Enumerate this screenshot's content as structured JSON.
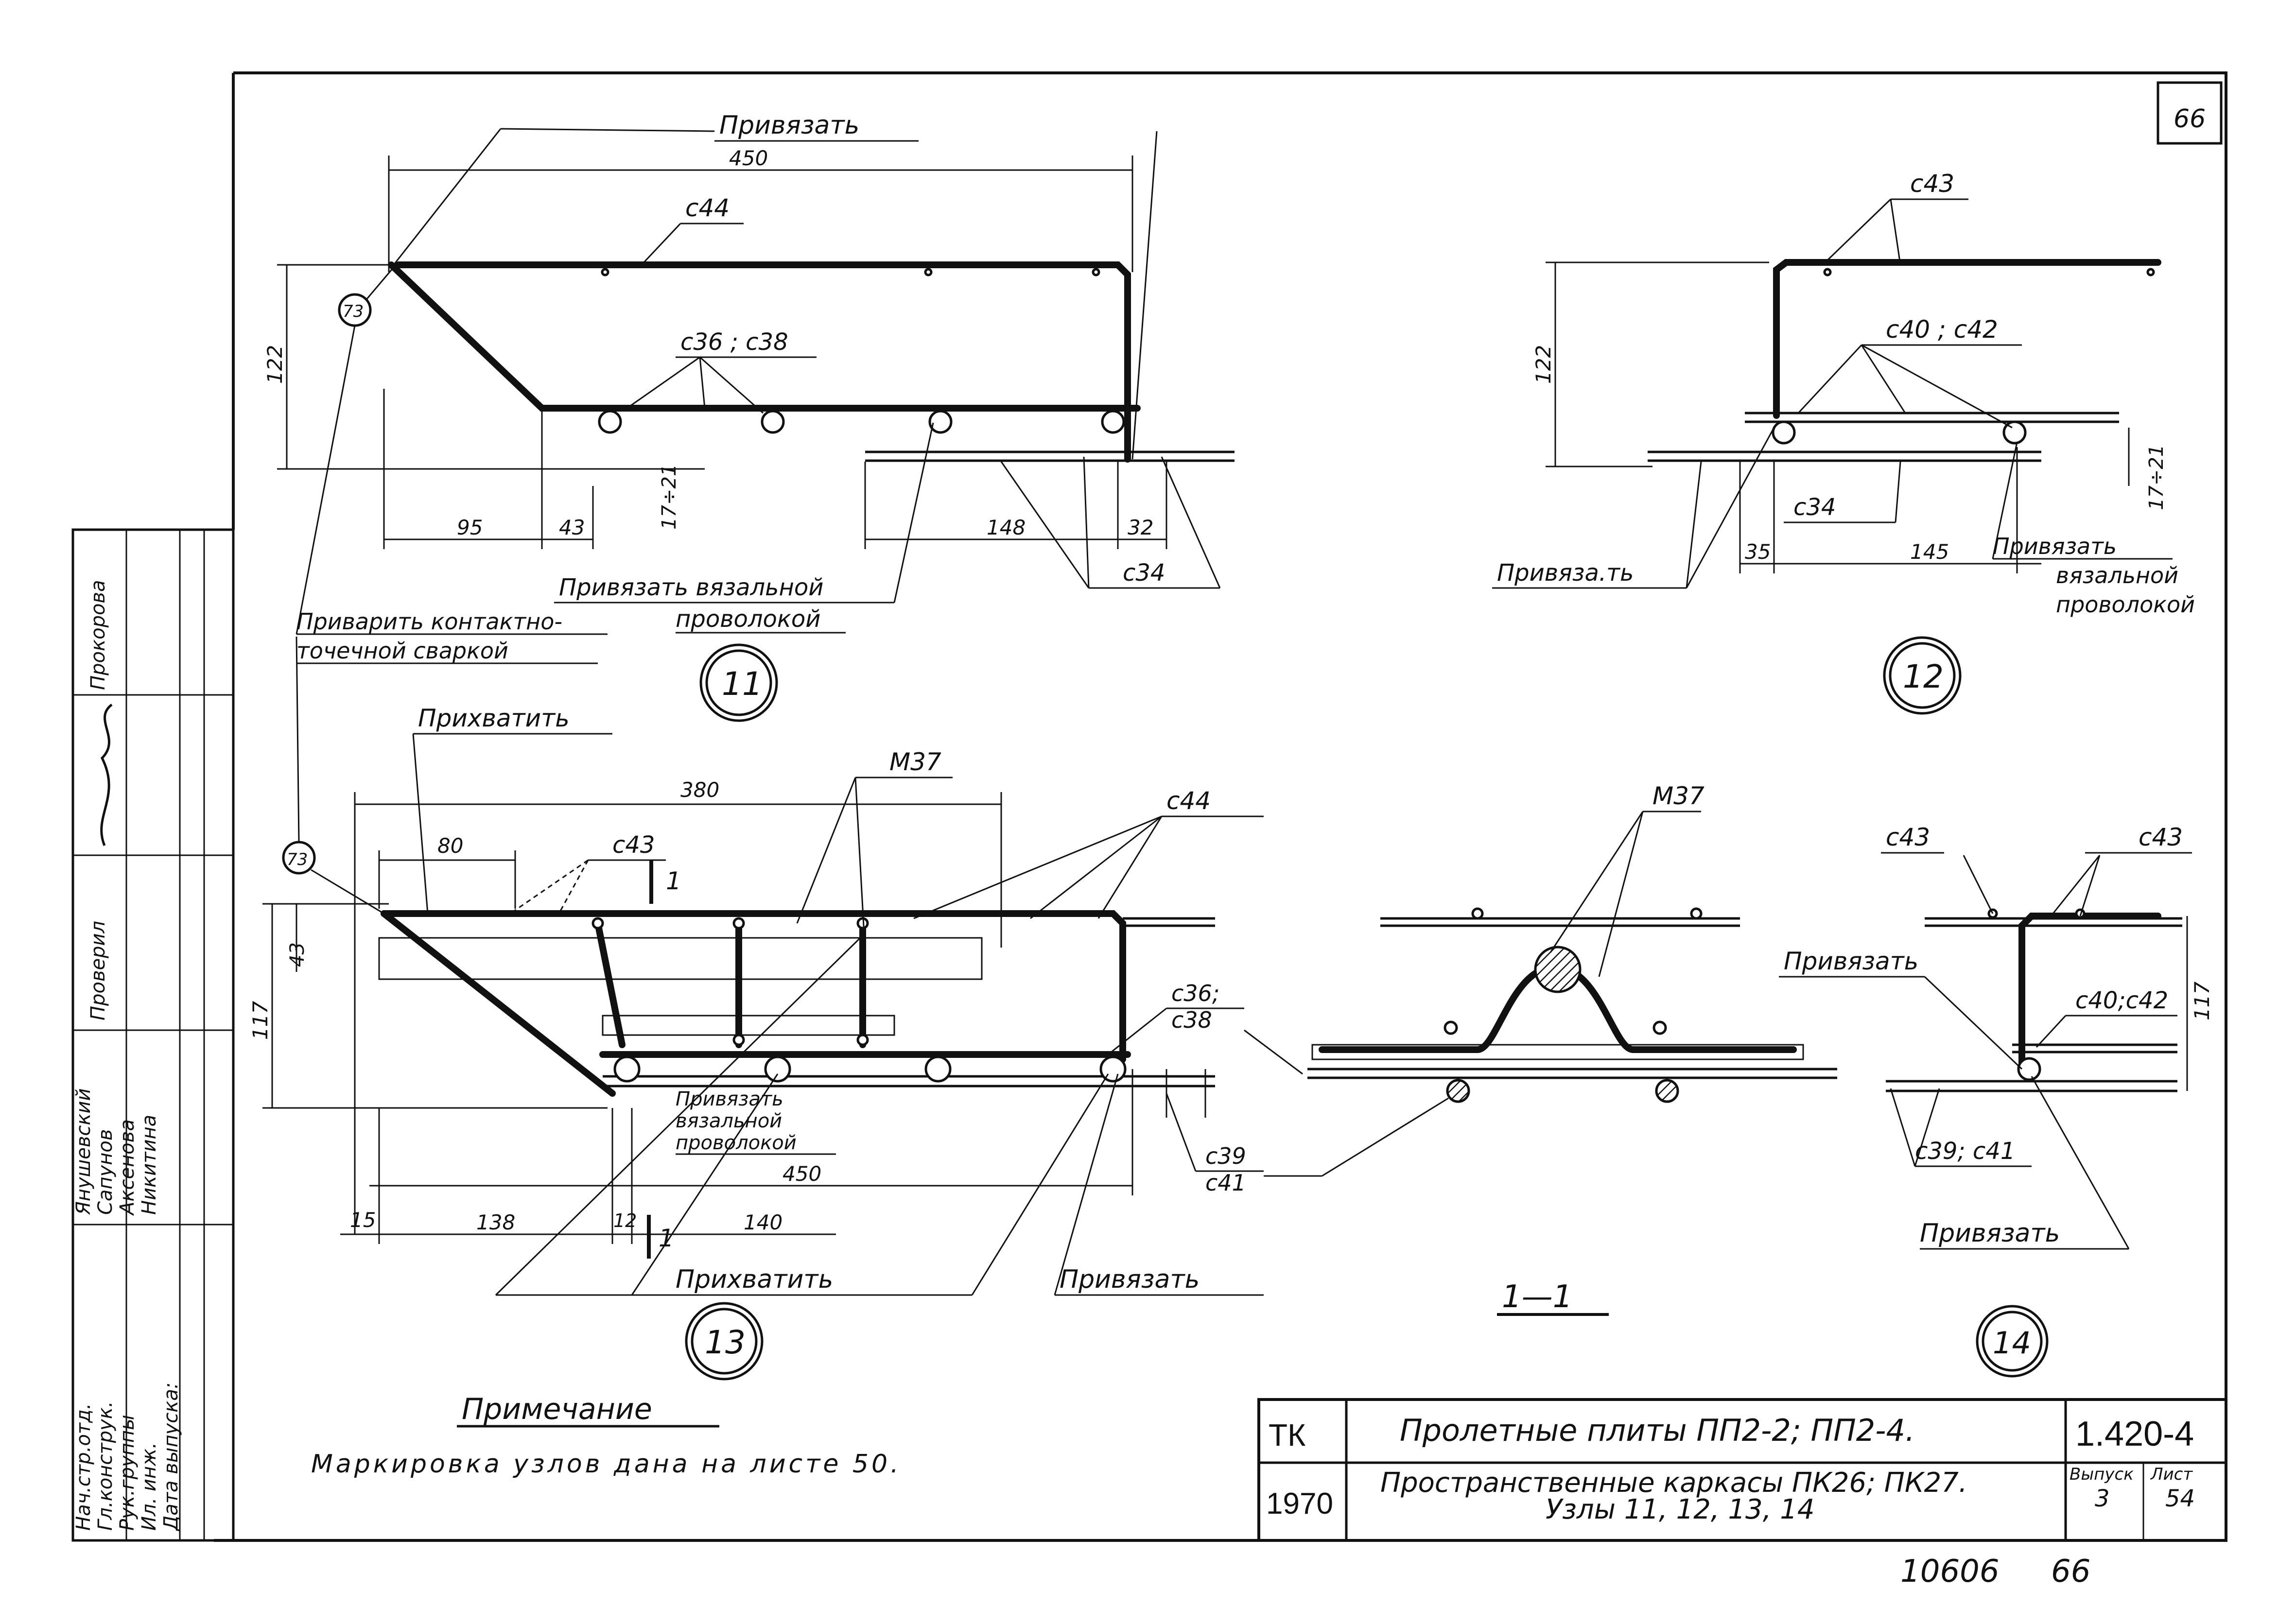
{
  "sheet_corner_number": "66",
  "node11": {
    "label": "11",
    "title_top": "Привязать",
    "dim_450": "450",
    "c44": "c44",
    "c36_38": "c36 ; c38",
    "dim_122": "122",
    "dim_17_21": "17÷21",
    "dim_95": "95",
    "dim_43": "43",
    "dim_148": "148",
    "dim_32": "32",
    "c34": "c34",
    "weld_marker": "73",
    "note_tie_1": "Привязать вязальной",
    "note_tie_2": "проволокой",
    "note_weld_1": "Приварить контактно-",
    "note_weld_2": "точечной сваркой"
  },
  "node12": {
    "label": "12",
    "c43": "c43",
    "c40_42": "c40 ; c42",
    "dim_122": "122",
    "dim_17_21": "17÷21",
    "c34": "c34",
    "dim_35": "35",
    "dim_145": "145",
    "tie_left": "Привяза.ть",
    "tie_right_1": "Привязать",
    "tie_right_2": "вязальной",
    "tie_right_3": "проволокой"
  },
  "node13": {
    "label": "13",
    "grab_top": "Прихватить",
    "m37": "M37",
    "dim_380": "380",
    "c44": "c44",
    "dim_80": "80",
    "c43": "c43",
    "section_mark": "1",
    "dim_117": "117",
    "dim_43": "43",
    "weld_marker": "73",
    "c36_38_a": "c36;",
    "c36_38_b": "c38",
    "tie_1": "Привязать",
    "tie_2": "вязальной",
    "tie_3": "проволокой",
    "dim_450": "450",
    "c39": "c39",
    "c41": "c41",
    "dim_15": "15",
    "dim_138": "138",
    "dim_12": "12",
    "dim_140": "140",
    "grab_bottom": "Прихватить",
    "tie_bottom": "Привязать"
  },
  "section11": {
    "m37": "M37",
    "label": "1—1"
  },
  "node14": {
    "label": "14",
    "c43_left": "c43",
    "c43_right": "c43",
    "tie_top": "Привязать",
    "c40_42": "c40;c42",
    "dim_117": "117",
    "c39_41": "c39; c41",
    "tie_bottom": "Привязать"
  },
  "note": {
    "heading": "Примечание",
    "text": "Маркировка узлов дана на листе 50."
  },
  "title_block": {
    "org": "ТК",
    "year": "1970",
    "line1": "Пролетные плиты ПП2-2; ПП2-4.",
    "line2": "Пространственные каркасы ПК26; ПК27.",
    "line3": "Узлы 11, 12, 13, 14",
    "doc_number": "1.420-4",
    "issue_label": "Выпуск",
    "issue_value": "3",
    "sheet_label": "Лист",
    "sheet_value": "54"
  },
  "stamp": {
    "roles": [
      "Нач.стр.отд.",
      "Гл.конструк.",
      "Рук.группы",
      "Ил. инж.",
      "Дата выпуска:"
    ],
    "names": [
      "Янушевский",
      "Сапунов",
      "Аксенова",
      "Никитина"
    ],
    "checked": "Проверил",
    "checker": "Прокорова"
  },
  "footer": {
    "archive": "10606",
    "page": "66"
  }
}
